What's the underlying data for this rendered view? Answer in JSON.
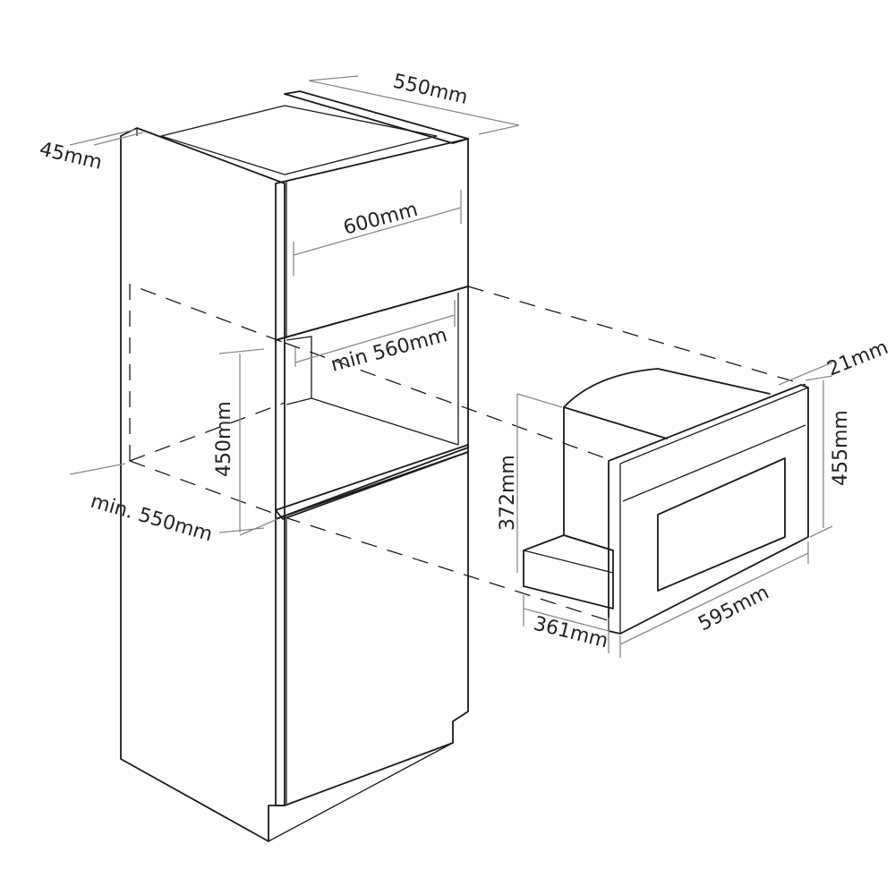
{
  "dimensions": {
    "cabinet_depth": "550mm",
    "panel_thickness": "45mm",
    "cabinet_width": "600mm",
    "niche_width": "min 560mm",
    "niche_height": "450mm",
    "niche_depth": "min. 550mm",
    "appliance_front_thickness": "21mm",
    "appliance_height": "455mm",
    "appliance_body_height": "372mm",
    "appliance_body_depth": "361mm",
    "appliance_width": "595mm"
  },
  "colors": {
    "line": "#1a1a1a",
    "dimension_line": "#888888",
    "text": "#222222",
    "background": "#ffffff"
  }
}
